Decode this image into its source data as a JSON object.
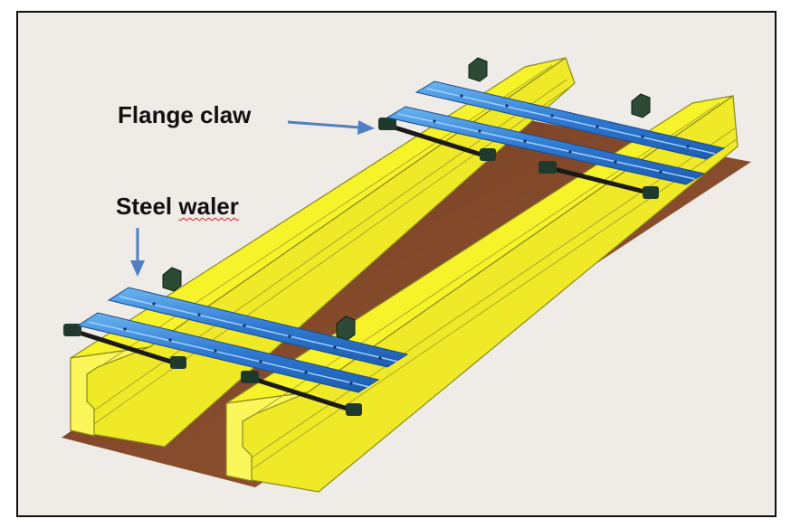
{
  "labels": {
    "flange_claw": "Flange claw",
    "steel_word": "Steel",
    "waler_word": "waler"
  },
  "colors": {
    "background": "#efebe6",
    "beam_yellow": "#f7f32a",
    "beam_outline": "#8a8a20",
    "soil_brown": "#8a4a2a",
    "waler_blue": "#2f78d0",
    "waler_light": "#5aa8ec",
    "claw_dark": "#1f3a2c",
    "arrow_blue": "#4f7fc4"
  }
}
